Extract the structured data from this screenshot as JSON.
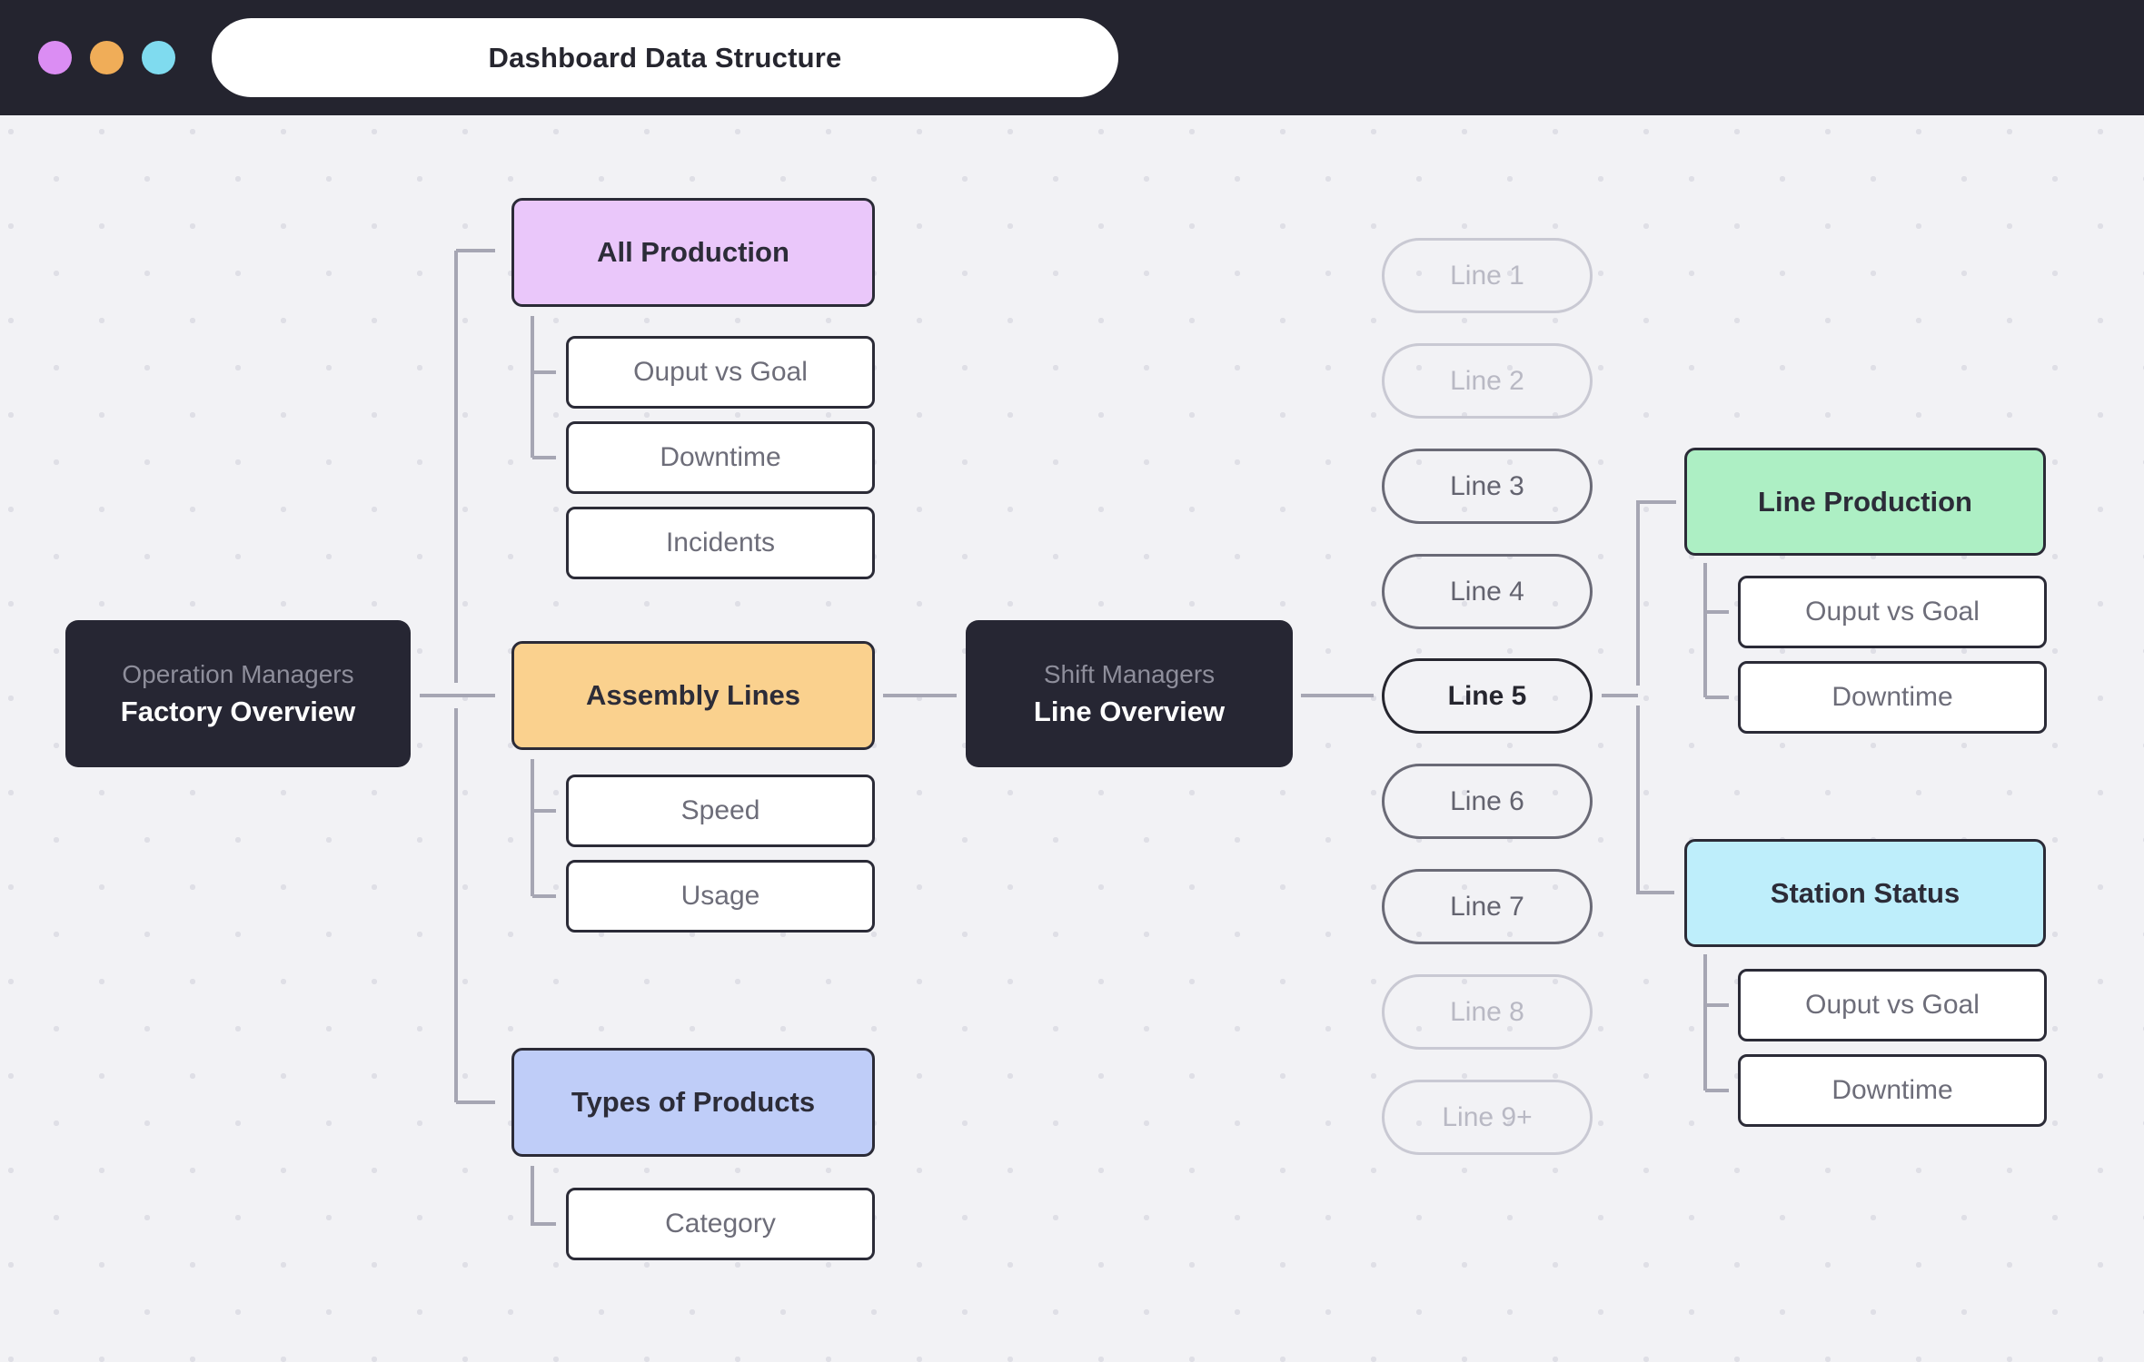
{
  "window": {
    "title": "Dashboard Data Structure",
    "traffic_lights": [
      {
        "name": "purple",
        "color": "#db8df3"
      },
      {
        "name": "orange",
        "color": "#f0ad58"
      },
      {
        "name": "cyan",
        "color": "#7fdbef"
      }
    ],
    "header_color": "#24242f"
  },
  "colors": {
    "background": "#f2f2f5",
    "dot": "#dfdfe6",
    "connector": "#a6a6b3",
    "dark_node": "#262633",
    "node_border": "#2b2b37",
    "child_text": "#6d6d79"
  },
  "diagram": {
    "root": {
      "subtitle": "Operation Managers",
      "title": "Factory Overview",
      "fill": "#262633"
    },
    "level2": [
      {
        "label": "All Production",
        "fill": "#eac7fa",
        "children": [
          "Ouput vs Goal",
          "Downtime",
          "Incidents"
        ]
      },
      {
        "label": "Assembly Lines",
        "fill": "#fad18e",
        "children": [
          "Speed",
          "Usage"
        ]
      },
      {
        "label": "Types of Products",
        "fill": "#bfcdf8",
        "children": [
          "Category"
        ]
      }
    ],
    "mid": {
      "subtitle": "Shift Managers",
      "title": "Line Overview",
      "fill": "#262633"
    },
    "lines": [
      {
        "label": "Line 1",
        "state": "disabled"
      },
      {
        "label": "Line 2",
        "state": "disabled"
      },
      {
        "label": "Line 3",
        "state": "default"
      },
      {
        "label": "Line 4",
        "state": "default"
      },
      {
        "label": "Line 5",
        "state": "selected"
      },
      {
        "label": "Line 6",
        "state": "default"
      },
      {
        "label": "Line 7",
        "state": "default"
      },
      {
        "label": "Line 8",
        "state": "disabled"
      },
      {
        "label": "Line 9+",
        "state": "disabled"
      }
    ],
    "level4": [
      {
        "label": "Line Production",
        "fill": "#adefc4",
        "children": [
          "Ouput vs Goal",
          "Downtime"
        ]
      },
      {
        "label": "Station Status",
        "fill": "#beeefb",
        "children": [
          "Ouput vs Goal",
          "Downtime"
        ]
      }
    ]
  }
}
